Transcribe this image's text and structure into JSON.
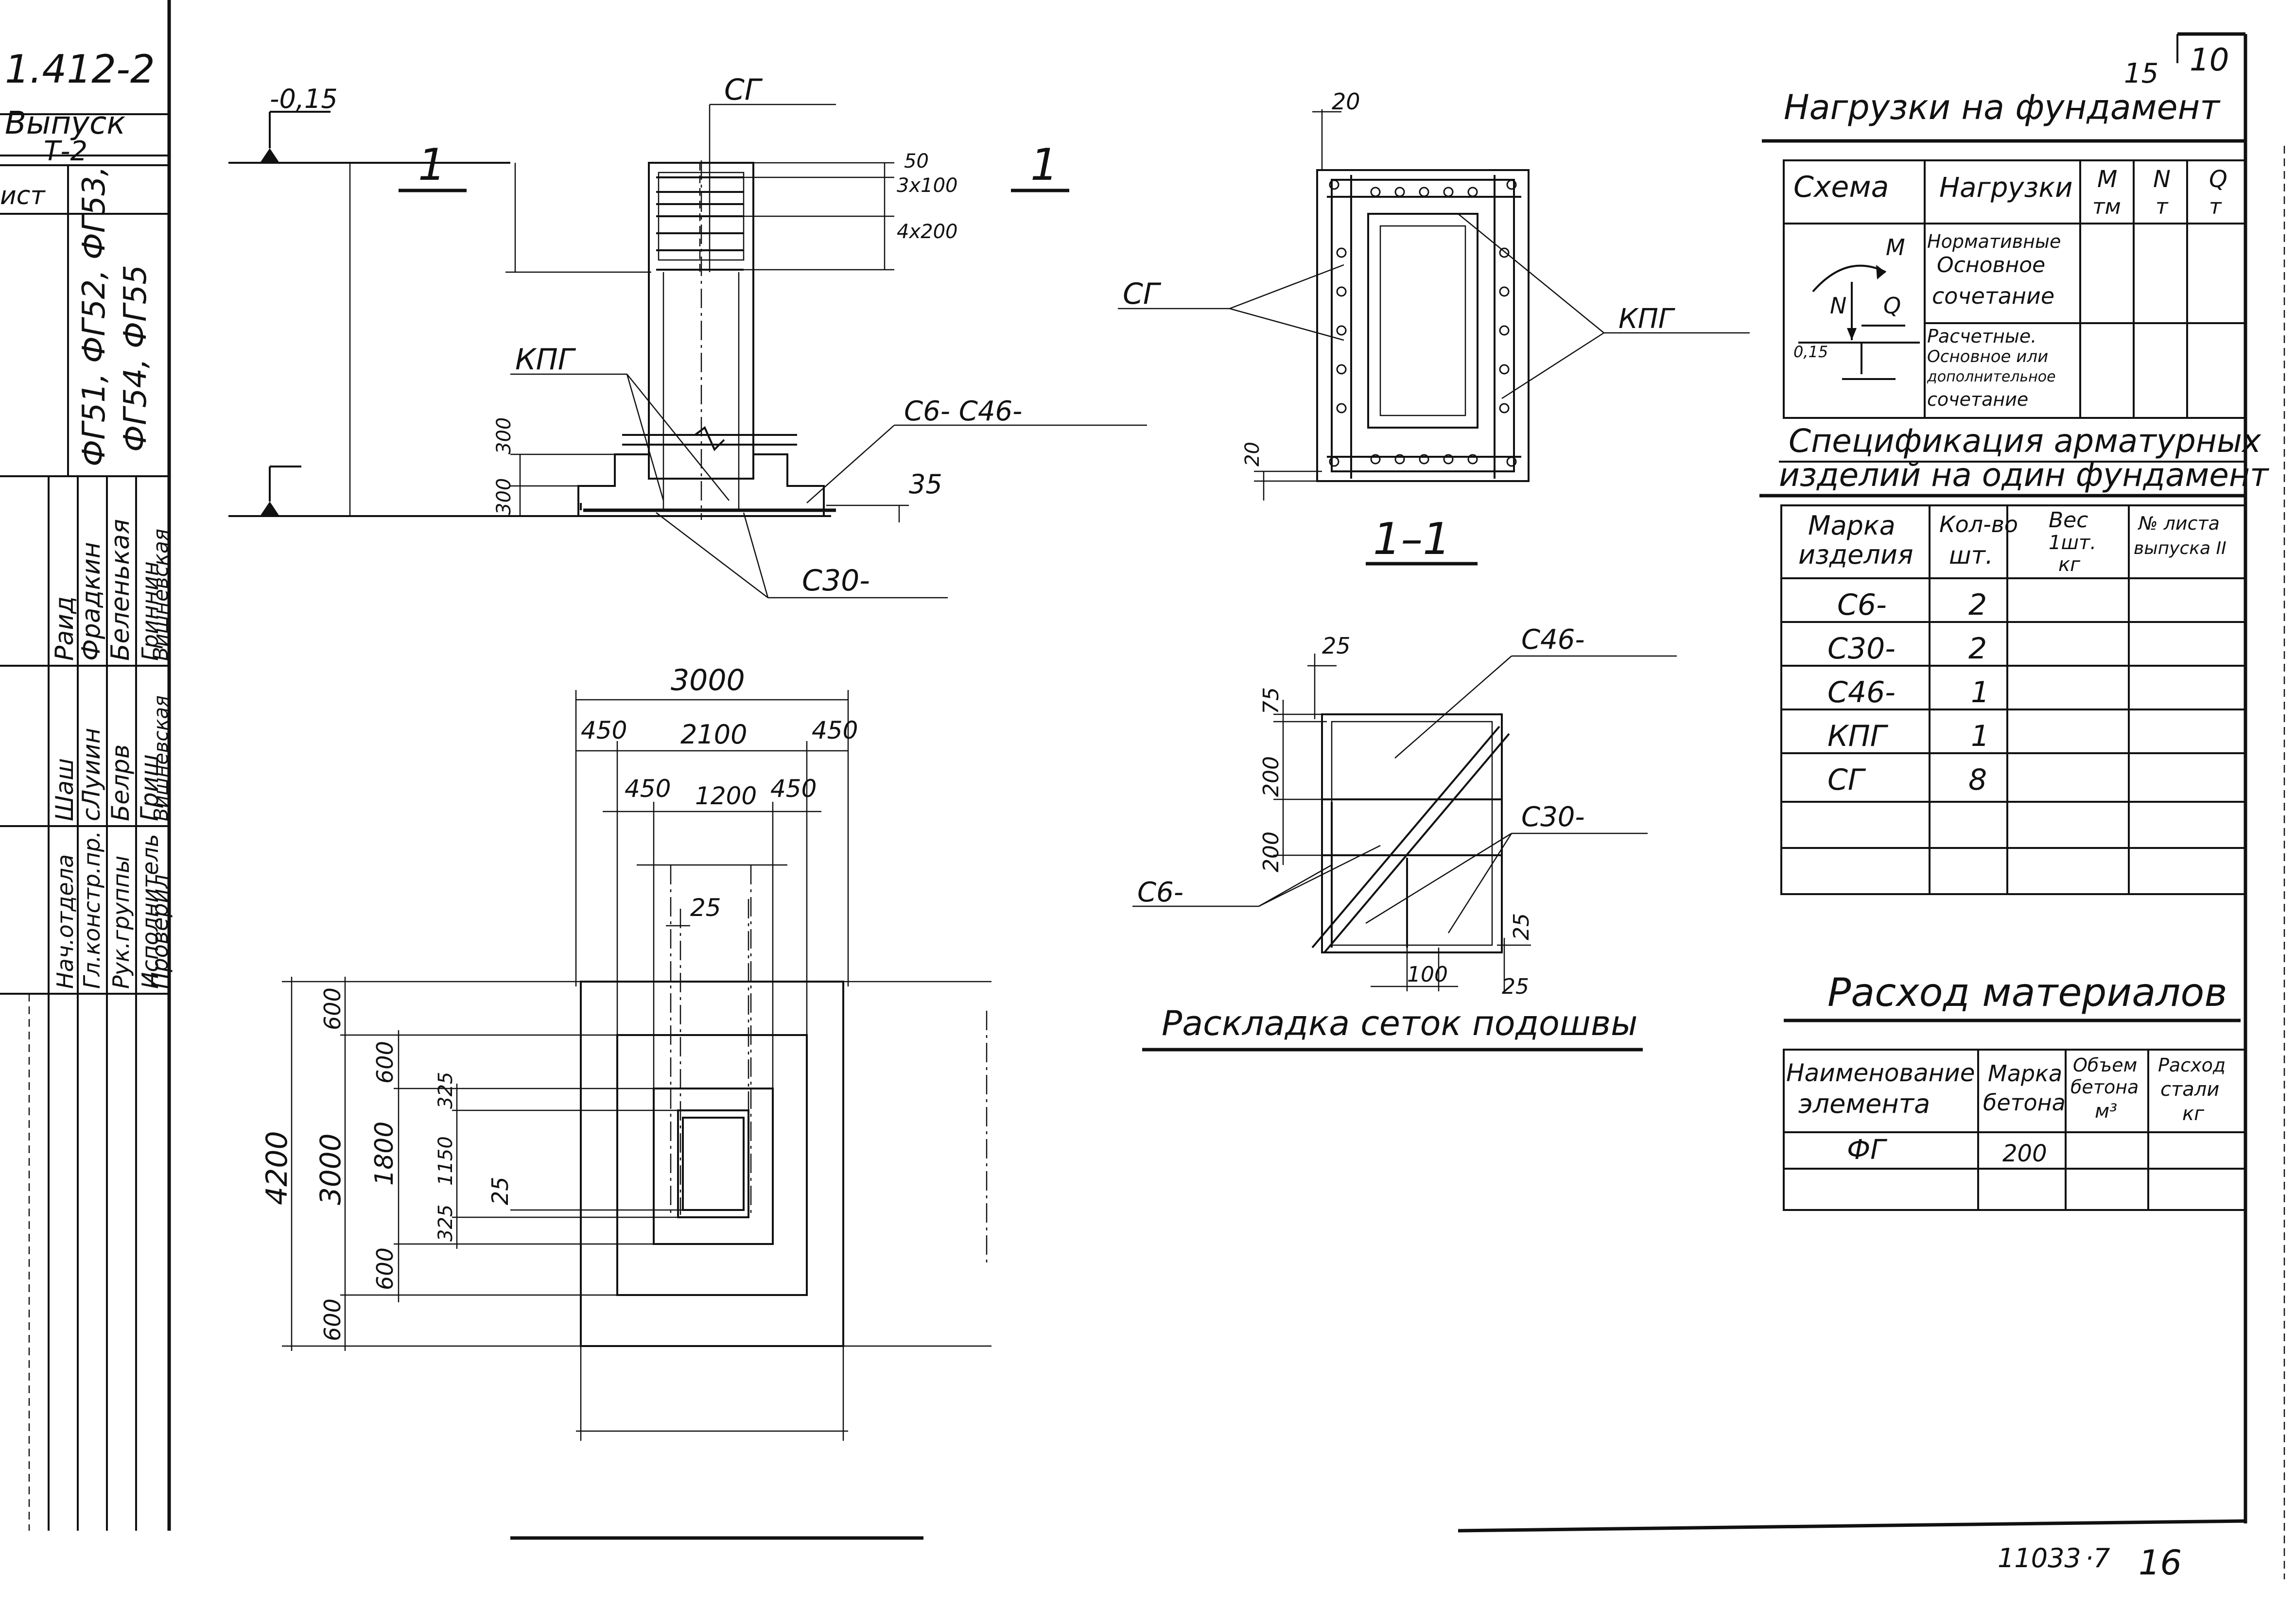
{
  "title_block": {
    "series": "1.412-2",
    "issue_label": "Выпуск",
    "issue_value": "Т-2",
    "sheet_label": "ист",
    "marks_line1": "ФГ51, ФГ52, ФГ53,",
    "marks_line2": "ФГ54, ФГ55",
    "roles": [
      "Нач.отдела",
      "Гл.констр.пр.",
      "Рук.группы",
      "Исполнитель",
      "Проверил"
    ],
    "names": [
      "Раид",
      "Фрадкин",
      "Беленькая",
      "Гриннин",
      "Вишневская"
    ],
    "signatures": [
      "Шаш",
      "сЛуиин",
      "Белрв",
      "Гриш",
      "Вишневская"
    ]
  },
  "sheet": {
    "page_number": "15",
    "sheet_number": "10",
    "footer_code": "11033",
    "footer_mark": "·7",
    "footer_page": "16"
  },
  "elevation": {
    "level_top": "-0,15",
    "section_mark": "1",
    "label_sg": "СГ",
    "label_kpg": "КПГ",
    "label_c6_c46": "С6-   С46-",
    "label_c30": "С30-",
    "dim_50": "50",
    "dim_3x100": "3х100",
    "dim_4x200": "4х200",
    "dim_300a": "300",
    "dim_300b": "300",
    "dim_35": "35"
  },
  "plan": {
    "dim_3000": "3000",
    "dim_450a": "450",
    "dim_2100": "2100",
    "dim_450b": "450",
    "dim_450c": "450",
    "dim_1200": "1200",
    "dim_450d": "450",
    "dim_25a": "25",
    "dim_4200": "4200",
    "dim_600a": "600",
    "dim_600b": "600",
    "dim_3000v": "3000",
    "dim_1800": "1800",
    "dim_325a": "325",
    "dim_1150": "1150",
    "dim_325b": "325",
    "dim_25b": "25",
    "dim_600c": "600",
    "dim_600d": "600"
  },
  "section_11": {
    "label_sg": "СГ",
    "label_kpg": "КПГ",
    "dim_20a": "20",
    "dim_20b": "20",
    "title": "1–1"
  },
  "mesh_layout": {
    "label_c46": "С46-",
    "label_c30": "С30-",
    "label_c6": "С6-",
    "dim_25a": "25",
    "dim_75": "75",
    "dim_200a": "200",
    "dim_200b": "200",
    "dim_25b": "25",
    "dim_100": "100",
    "dim_25c": "25",
    "title": "Раскладка сеток подошвы"
  },
  "loads": {
    "title": "Нагрузки на фундамент",
    "col_scheme": "Схема",
    "col_loads": "Нагрузки",
    "col_m": "М",
    "col_m_unit": "тм",
    "col_n": "N",
    "col_n_unit": "т",
    "col_q": "Q",
    "col_q_unit": "т",
    "row1_line1": "Нормативные",
    "row1_line2": "Основное",
    "row1_line3": "сочетание",
    "row2_line1": "Расчетные.",
    "row2_line2": "Основное или",
    "row2_line3": "дополнительное",
    "row2_line4": "сочетание",
    "scheme_m": "M",
    "scheme_n": "N",
    "scheme_q": "Q",
    "scheme_level": "0,15"
  },
  "spec": {
    "title_line1": "Спецификация арматурных",
    "title_line2": "изделий на один фундамент",
    "col_mark_1": "Марка",
    "col_mark_2": "изделия",
    "col_qty_1": "Кол-во",
    "col_qty_2": "шт.",
    "col_weight_1": "Вес",
    "col_weight_2": "1шт.",
    "col_weight_3": "кг",
    "col_sheet_1": "№ листа",
    "col_sheet_2": "выпуска II",
    "rows": [
      {
        "mark": "С6-",
        "qty": "2"
      },
      {
        "mark": "С30-",
        "qty": "2"
      },
      {
        "mark": "С46-",
        "qty": "1"
      },
      {
        "mark": "КПГ",
        "qty": "1"
      },
      {
        "mark": "СГ",
        "qty": "8"
      }
    ]
  },
  "materials": {
    "title": "Расход материалов",
    "col_name_1": "Наименование",
    "col_name_2": "элемента",
    "col_grade_1": "Марка",
    "col_grade_2": "бетона",
    "col_vol_1": "Объем",
    "col_vol_2": "бетона",
    "col_vol_3": "м³",
    "col_steel_1": "Расход",
    "col_steel_2": "стали",
    "col_steel_3": "кг",
    "row_name": "ФГ",
    "row_grade": "200"
  }
}
